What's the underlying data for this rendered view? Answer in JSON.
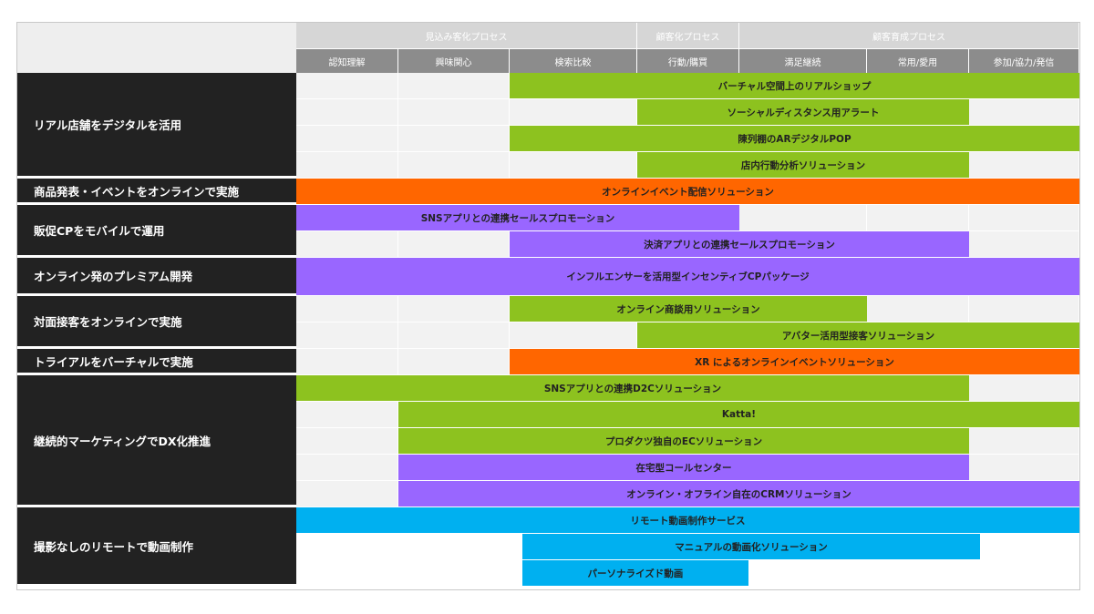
{
  "colors": {
    "label_bg": "#222222",
    "header_top": "#d6d6d6",
    "header_sub": "#8c8c8c",
    "grid_bg": "#f2f2f2",
    "green": "#8dc21f",
    "orange": "#ff6600",
    "purple": "#9966ff",
    "blue": "#00b0f0"
  },
  "phases": [
    {
      "label": "見込み客化プロセス",
      "start": 0,
      "end": 3
    },
    {
      "label": "顧客化プロセス",
      "start": 3,
      "end": 4
    },
    {
      "label": "顧客育成プロセス",
      "start": 4,
      "end": 7
    }
  ],
  "stages": [
    "認知理解",
    "興味関心",
    "検索比較",
    "行動/購買",
    "満足継続",
    "常用/愛用",
    "参加/協力/発信"
  ],
  "groups": [
    {
      "label": "リアル店舗をデジタルを活用",
      "rows": [
        {
          "text": "バーチャル空間上のリアルショップ",
          "color": "green",
          "start": 2,
          "end": 7
        },
        {
          "text": "ソーシャルディスタンス用アラート",
          "color": "green",
          "start": 3,
          "end": 6
        },
        {
          "text": "陳列棚のARデジタルPOP",
          "color": "green",
          "start": 2,
          "end": 7
        },
        {
          "text": "店内行動分析ソリューション",
          "color": "green",
          "start": 3,
          "end": 6
        }
      ]
    },
    {
      "label": "商品発表・イベントをオンラインで実施",
      "rows": [
        {
          "text": "オンラインイベント配信ソリューション",
          "color": "orange",
          "start": 0,
          "end": 7
        }
      ]
    },
    {
      "label": "販促CPをモバイルで運用",
      "rows": [
        {
          "text": "SNSアプリとの連携セールスプロモーション",
          "color": "purple",
          "start": 0,
          "end": 4
        },
        {
          "text": "決済アプリとの連携セールスプロモーション",
          "color": "purple",
          "start": 2,
          "end": 6
        }
      ]
    },
    {
      "label": "オンライン発のプレミアム開発",
      "tall": true,
      "rows": [
        {
          "text": "インフルエンサーを活用型インセンティブCPパッケージ",
          "color": "purple",
          "start": 0,
          "end": 7
        }
      ]
    },
    {
      "label": "対面接客をオンラインで実施",
      "rows": [
        {
          "text": "オンライン商談用ソリューション",
          "color": "green",
          "start": 2,
          "end": 5
        },
        {
          "text": "アバター活用型接客ソリューション",
          "color": "green",
          "start": 3,
          "end": 7
        }
      ]
    },
    {
      "label": "トライアルをバーチャルで実施",
      "rows": [
        {
          "text": "XR によるオンラインイベントソリューション",
          "color": "orange",
          "start": 2,
          "end": 7
        }
      ]
    },
    {
      "label": "継続的マーケティングでDX化推進",
      "rows": [
        {
          "text": "SNSアプリとの連携D2Cソリューション",
          "color": "green",
          "start": 0,
          "end": 6
        },
        {
          "text": "Katta!",
          "color": "green",
          "start": 1,
          "end": 7
        },
        {
          "text": "プロダクツ独自のECソリューション",
          "color": "green",
          "start": 1,
          "end": 6
        },
        {
          "text": "在宅型コールセンター",
          "color": "purple",
          "start": 1,
          "end": 6
        },
        {
          "text": "オンライン・オフライン自在のCRMソリューション",
          "color": "purple",
          "start": 1,
          "end": 7
        }
      ]
    },
    {
      "label": "撮影なしのリモートで動画制作",
      "plain": true,
      "rows": [
        {
          "text": "リモート動画制作サービス",
          "color": "blue",
          "start": 0,
          "end": 7
        },
        {
          "text": "マニュアルの動画化ソリューション",
          "color": "blue",
          "start": 2.1,
          "end": 6.1
        },
        {
          "text": "パーソナライズド動画",
          "color": "blue",
          "start": 2.1,
          "end": 4.07
        }
      ]
    }
  ]
}
